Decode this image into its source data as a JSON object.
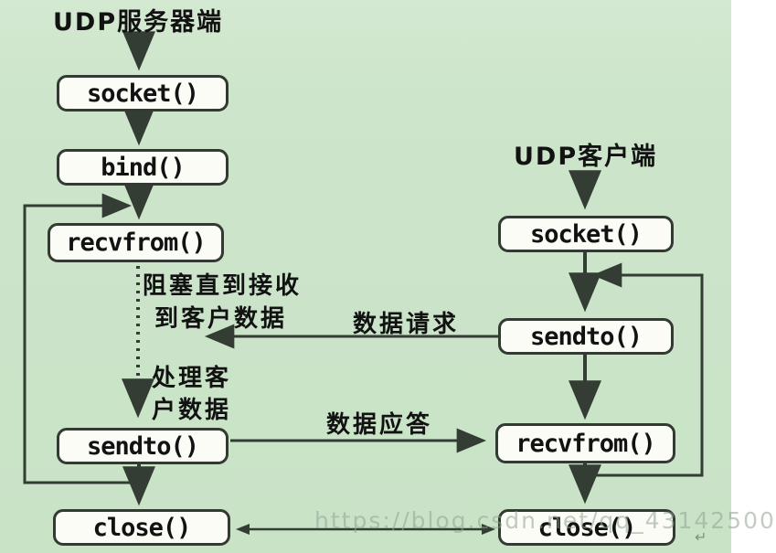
{
  "colors": {
    "background": "#cde5cb",
    "box_fill": "#fcfcf6",
    "box_border": "#323a32",
    "line": "#333d33",
    "text": "#121212",
    "watermark": "#8fa392"
  },
  "server": {
    "title": "UDP服务器端",
    "nodes": {
      "socket": "socket()",
      "bind": "bind()",
      "recvfrom": "recvfrom()",
      "sendto": "sendto()",
      "close": "close()"
    }
  },
  "client": {
    "title": "UDP客户端",
    "nodes": {
      "socket": "socket()",
      "sendto": "sendto()",
      "recvfrom": "recvfrom()",
      "close": "close()"
    }
  },
  "annotations": {
    "block_note_line1": "阻塞直到接收",
    "block_note_line2": "到客户数据",
    "process_note_line1": "处理客",
    "process_note_line2": "户数据",
    "request_label": "数据请求",
    "reply_label": "数据应答"
  },
  "watermark": "https://blog.csdn.net/qq_43142500",
  "corner_mark": "↵"
}
